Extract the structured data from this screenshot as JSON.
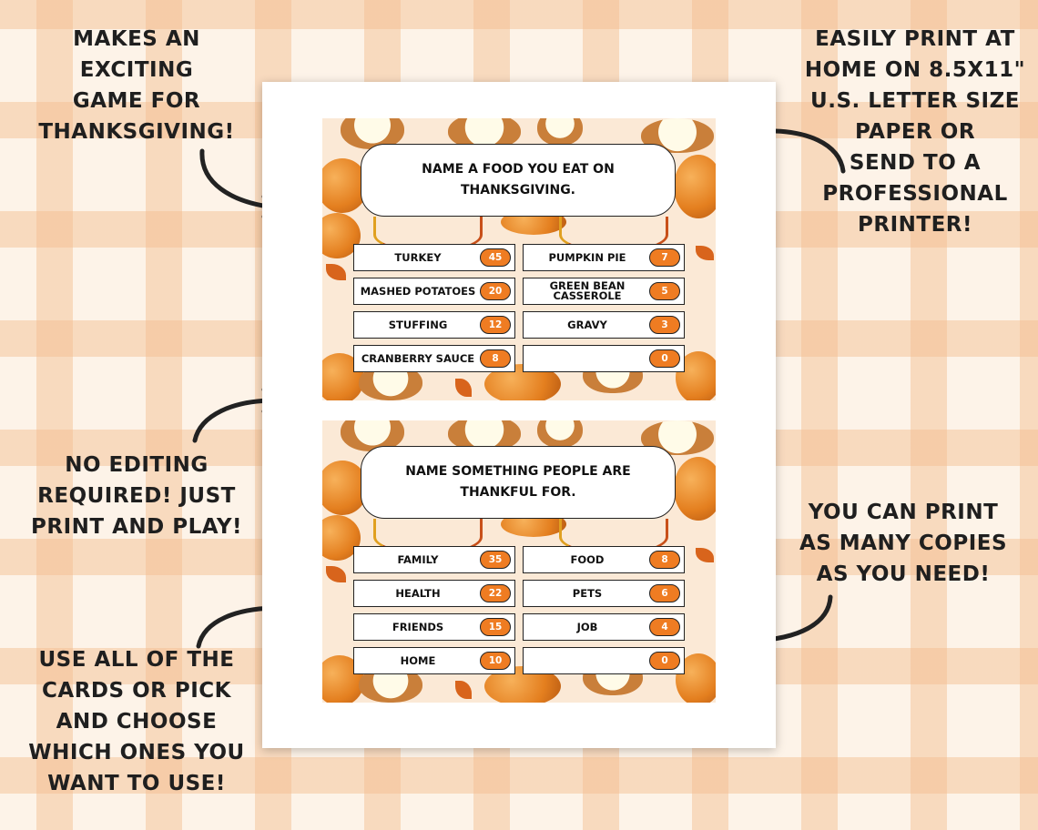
{
  "captions": {
    "top_left": "MAKES AN\nEXCITING\nGAME FOR\nTHANKSGIVING!",
    "top_right": "EASILY PRINT AT\nHOME ON 8.5X11\"\nU.S. LETTER SIZE\nPAPER OR\nSEND TO A\nPROFESSIONAL\nPRINTER!",
    "middle_left": "NO EDITING\nREQUIRED! JUST\nPRINT AND PLAY!",
    "middle_right": "YOU CAN PRINT\nAS MANY COPIES\nAS YOU NEED!",
    "bottom_left": "USE ALL OF THE\nCARDS OR PICK\nAND CHOOSE\nWHICH ONES YOU\nWANT TO USE!"
  },
  "colors": {
    "accent": "#ef7c22",
    "plaid": "#f3bc8c",
    "text": "#1f1f1f"
  },
  "cards": [
    {
      "question": "NAME A FOOD YOU EAT ON THANKSGIVING.",
      "answers": [
        {
          "label": "TURKEY",
          "points": "45"
        },
        {
          "label": "PUMPKIN PIE",
          "points": "7"
        },
        {
          "label": "MASHED POTATOES",
          "points": "20"
        },
        {
          "label": "GREEN BEAN CASSEROLE",
          "points": "5"
        },
        {
          "label": "STUFFING",
          "points": "12"
        },
        {
          "label": "GRAVY",
          "points": "3"
        },
        {
          "label": "CRANBERRY SAUCE",
          "points": "8"
        },
        {
          "label": "",
          "points": "0"
        }
      ]
    },
    {
      "question": "NAME SOMETHING PEOPLE ARE THANKFUL FOR.",
      "answers": [
        {
          "label": "FAMILY",
          "points": "35"
        },
        {
          "label": "FOOD",
          "points": "8"
        },
        {
          "label": "HEALTH",
          "points": "22"
        },
        {
          "label": "PETS",
          "points": "6"
        },
        {
          "label": "FRIENDS",
          "points": "15"
        },
        {
          "label": "JOB",
          "points": "4"
        },
        {
          "label": "HOME",
          "points": "10"
        },
        {
          "label": "",
          "points": "0"
        }
      ]
    }
  ]
}
